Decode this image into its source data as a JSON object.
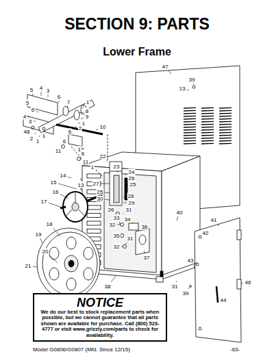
{
  "diagram": {
    "title": "SECTION 9: PARTS",
    "nodes": [
      {
        "text": [
          "NOTICE",
          "We do our best to stock replacement parts when possible, but we cannot guarantee that all parts shown are available for purchase. Call (800) 523-4777 or visit www.grizzly.com/parts to check for availability."
        ]
      }
    ],
    "labels": [
      "Lower Frame",
      "47",
      "39",
      "13",
      "5",
      "4",
      "3",
      "1",
      "6",
      "7",
      "5",
      "6",
      "8",
      "4",
      "3",
      "9",
      "1",
      "2",
      "10",
      "48",
      "1",
      "2",
      "1",
      "6",
      "12",
      "6",
      "11",
      "6",
      "11",
      "22",
      "1",
      "23",
      "24",
      "14",
      "26",
      "13",
      "15",
      "27",
      "25",
      "16",
      "25",
      "28",
      "17",
      "30",
      "29",
      "26",
      "31",
      "33",
      "40",
      "41",
      "18",
      "32",
      "34",
      "36",
      "42",
      "19",
      "35",
      "31",
      "32",
      "37",
      "20",
      "43",
      "21",
      "46",
      "38",
      "31",
      "39",
      "44",
      "Model G0806/G0807 (Mfd. Since 12/15)",
      "-63-"
    ]
  }
}
